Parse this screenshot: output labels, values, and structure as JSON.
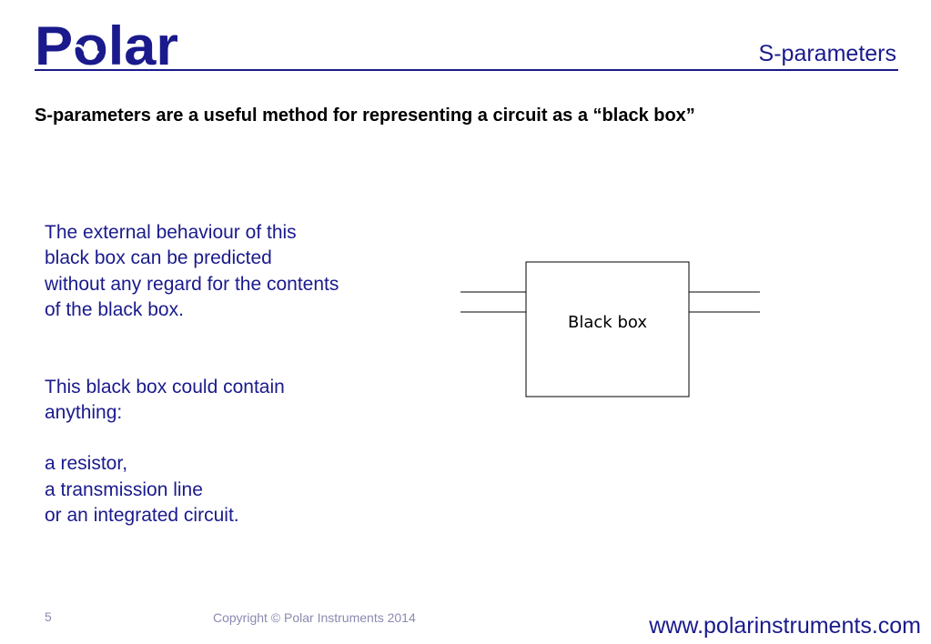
{
  "brand": {
    "logo_text": "Polar",
    "color": "#1a1a8c"
  },
  "header": {
    "title": "S-parameters"
  },
  "headline": "S-parameters are a useful method for representing a circuit as a “black box”",
  "body": {
    "paragraph_1": [
      "The external behaviour of this",
      "black box can be predicted",
      "without any regard for the contents",
      "of the black box."
    ],
    "paragraph_2": [
      "This black box could contain",
      "anything:"
    ],
    "list": [
      "a resistor,",
      "a transmission line",
      "or an integrated circuit."
    ]
  },
  "diagram": {
    "box_label": "Black box"
  },
  "footer": {
    "page_number": "5",
    "copyright": "Copyright © Polar Instruments 2014",
    "website": "www.polarinstruments.com"
  }
}
